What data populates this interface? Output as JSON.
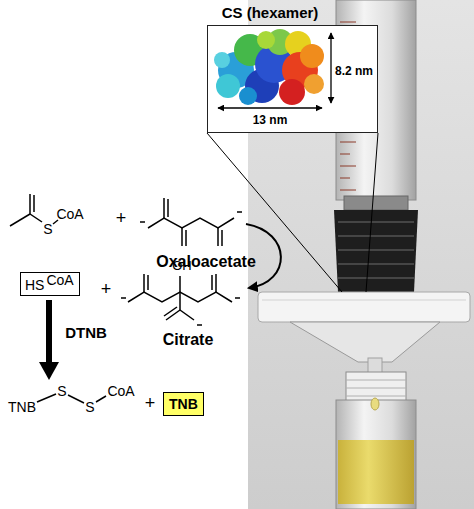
{
  "diagram": {
    "nodes": [
      {
        "text": [
          "CS (hexamer)",
          "8.2 nm",
          "13 nm"
        ]
      },
      {
        "text": [
          "HS",
          "CoA"
        ]
      },
      {
        "text": [
          "TNB"
        ]
      }
    ],
    "labels": [
      "S",
      "CoA",
      "+",
      "Oxaloacetate",
      "+",
      "OH",
      "Citrate",
      "DTNB",
      "TNB",
      "S",
      "S",
      "CoA",
      "+"
    ]
  }
}
